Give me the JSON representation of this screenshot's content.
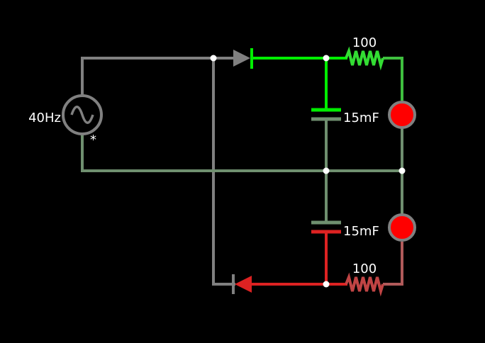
{
  "circuit": {
    "source": {
      "label": "40Hz",
      "polarity_mark": "*"
    },
    "resistor_top": {
      "label": "100"
    },
    "resistor_bottom": {
      "label": "100"
    },
    "capacitor_top": {
      "label": "15mF"
    },
    "capacitor_bottom": {
      "label": "15mF"
    }
  },
  "colors": {
    "background": "#000000",
    "wire_neutral": "#808080",
    "wire_ground": "#6f8f6f",
    "wire_positive": "#00ee00",
    "wire_positive_dim": "#3fbf3f",
    "wire_negative": "#dd2222",
    "wire_negative_dim": "#b05a5a",
    "lamp": "#ff0000",
    "node": "#ffffff"
  }
}
